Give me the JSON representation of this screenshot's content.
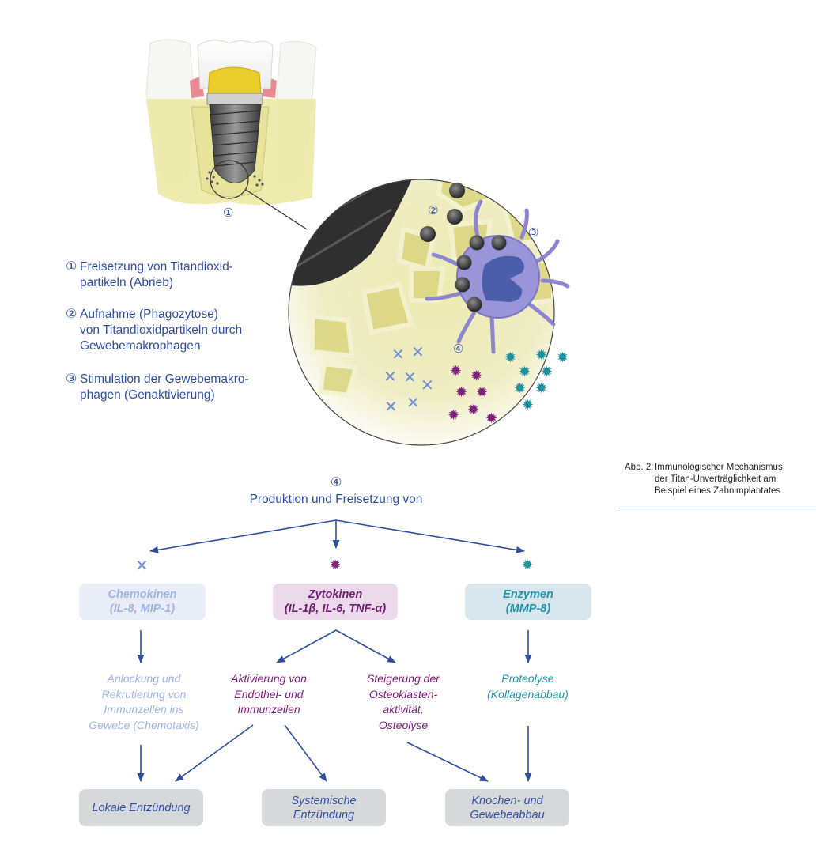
{
  "illustration": {
    "markers": {
      "m1": "①",
      "m2": "②",
      "m3": "③",
      "m4": "④"
    }
  },
  "legend": [
    {
      "num": "①",
      "text": "Freisetzung von Titandioxid-\npartikeln (Abrieb)"
    },
    {
      "num": "②",
      "text": "Aufnahme (Phagozytose)\nvon Titandioxidpartikeln durch\nGewebemakrophagen"
    },
    {
      "num": "③",
      "text": "Stimulation der Gewebemakro-\nphagen (Genaktivierung)"
    }
  ],
  "caption": {
    "label": "Abb. 2:",
    "text": "Immunologischer Mechanismus\nder Titan-Unverträglichkeit am\nBeispiel eines Zahnimplantates"
  },
  "flowchart": {
    "step_number": "④",
    "title": "Produktion und Freisetzung von",
    "categories": [
      {
        "title": "Chemokinen",
        "subtitle": "(IL-8, MIP-1)",
        "color": "#9fb4e2",
        "icon": "x-shape-chemokine-icon"
      },
      {
        "title": "Zytokinen",
        "subtitle": "(IL-1β, IL-6, TNF-α)",
        "color": "#6e1f70",
        "icon": "star-cytokine-icon"
      },
      {
        "title": "Enzymen",
        "subtitle": "(MMP-8)",
        "color": "#1f93a5",
        "icon": "star-enzyme-icon"
      }
    ],
    "effects": [
      {
        "text": "Anlockung und\nRekrutierung von\nImmunzellen ins\nGewebe (Chemotaxis)"
      },
      {
        "text": "Aktivierung von\nEndothel- und\nImmunzellen"
      },
      {
        "text": "Steigerung der\nOsteoklasten-\naktivität,\nOsteolyse"
      },
      {
        "text": "Proteolyse\n(Kollagenabbau)"
      }
    ],
    "outcomes": [
      {
        "text": "Lokale Entzündung"
      },
      {
        "text": "Systemische\nEntzündung"
      },
      {
        "text": "Knochen- und\nGewebeabbau"
      }
    ],
    "colors": {
      "arrow": "#2f4f9e",
      "outcome_box": "#d7d8da"
    }
  }
}
